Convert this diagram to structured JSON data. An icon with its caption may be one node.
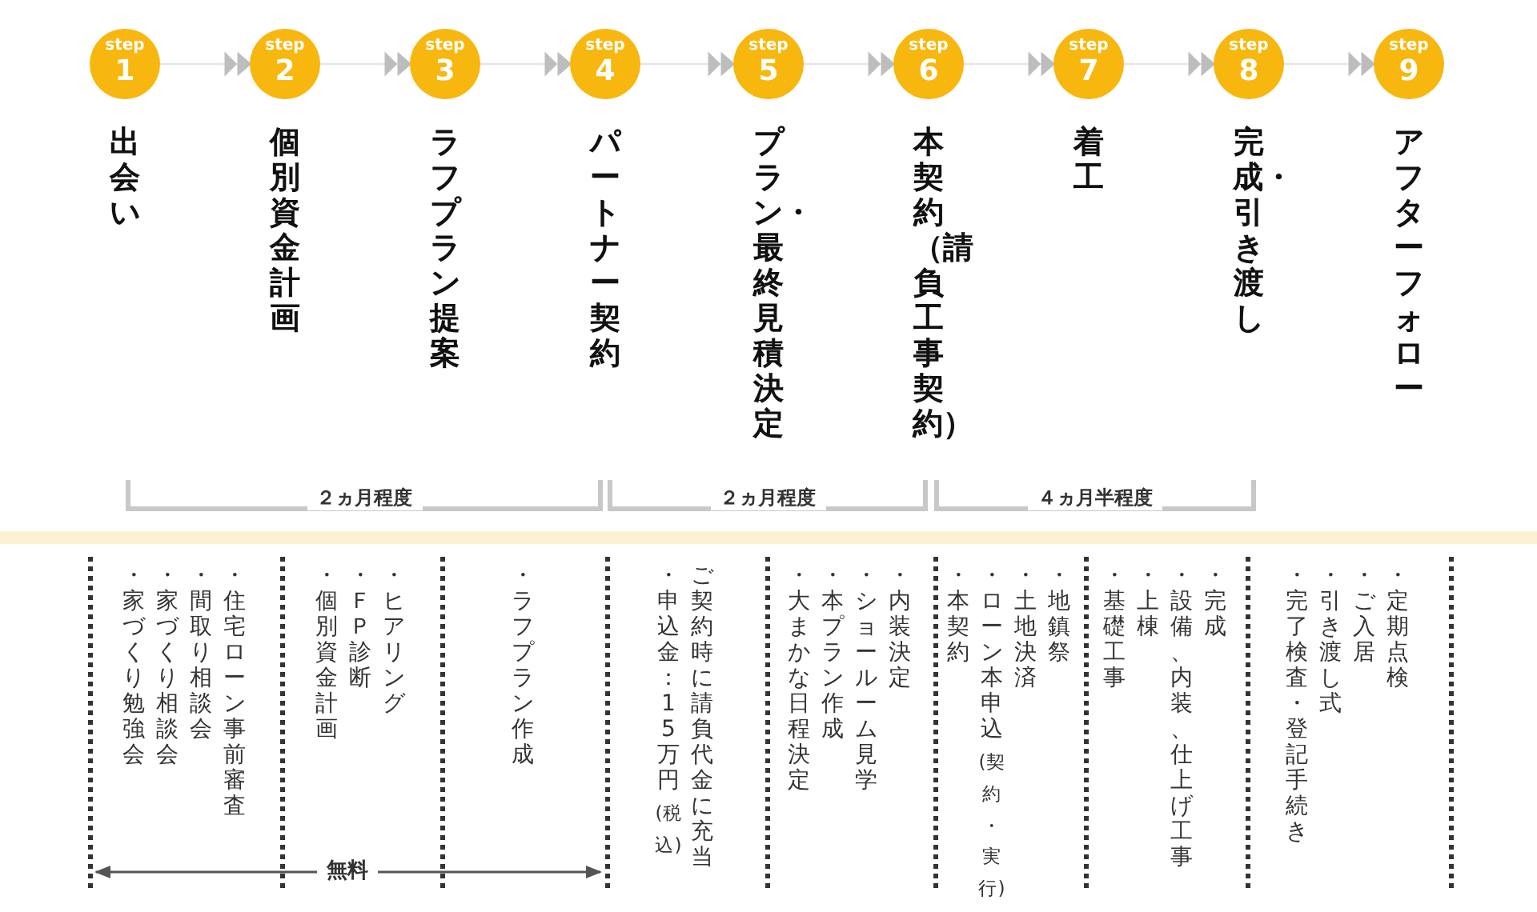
{
  "diagram": {
    "nodes": [
      {
        "text": [
          "step",
          "1"
        ],
        "beside": [
          "出会い"
        ]
      },
      {
        "text": [
          "step",
          "2"
        ],
        "beside": [
          "個別資金計画"
        ]
      },
      {
        "text": [
          "step",
          "3"
        ],
        "beside": [
          "ラフプラン提案"
        ]
      },
      {
        "text": [
          "step",
          "4"
        ],
        "beside": [
          "パートナー契約"
        ]
      },
      {
        "text": [
          "step",
          "5"
        ],
        "beside": [
          "プラン・最終見積決定"
        ]
      },
      {
        "text": [
          "step",
          "6"
        ],
        "beside": [
          "本契約（請負工事契約）"
        ]
      },
      {
        "text": [
          "step",
          "7"
        ],
        "beside": [
          "着工"
        ]
      },
      {
        "text": [
          "step",
          "8"
        ],
        "beside": [
          "完成・引き渡し"
        ]
      },
      {
        "text": [
          "step",
          "9"
        ],
        "beside": [
          "アフターフォロー"
        ]
      }
    ],
    "edges": [
      {
        "from": 0,
        "to": 1,
        "arrow": "to"
      },
      {
        "from": 1,
        "to": 2,
        "arrow": "to"
      },
      {
        "from": 2,
        "to": 3,
        "arrow": "to"
      },
      {
        "from": 3,
        "to": 4,
        "arrow": "to"
      },
      {
        "from": 4,
        "to": 5,
        "arrow": "to"
      },
      {
        "from": 5,
        "to": 6,
        "arrow": "to"
      },
      {
        "from": 6,
        "to": 7,
        "arrow": "to"
      },
      {
        "from": 7,
        "to": 8,
        "arrow": "to"
      }
    ],
    "labels": [
      "２ヵ月程度",
      "２ヵ月程度",
      "４ヵ月半程度",
      "・住宅ローン事前審査",
      "・間取り相談会",
      "・家づくり相談会",
      "・家づくり勉強会",
      "・ヒアリング",
      "・ＦＰ診断",
      "・個別資金計画",
      "・ラフプラン作成",
      "ご契約時に請負代金に充当",
      "・申込金：15 万円 $_{(税込)}$",
      "・内装決定",
      "・ショールーム見学",
      "・本プラン作成",
      "・大まかな日程決定",
      "・地鎮祭",
      "・土地決済",
      "・ローン本申込$_{(契約・実行)}$",
      "・本契約",
      "・完成",
      "・設備、内装、仕上げ工事",
      "・上棟",
      "・基礎工事",
      "・定期点検",
      "・ご入居",
      "・引き渡し式",
      "・完了検査・登記手続き",
      "無料"
    ]
  }
}
